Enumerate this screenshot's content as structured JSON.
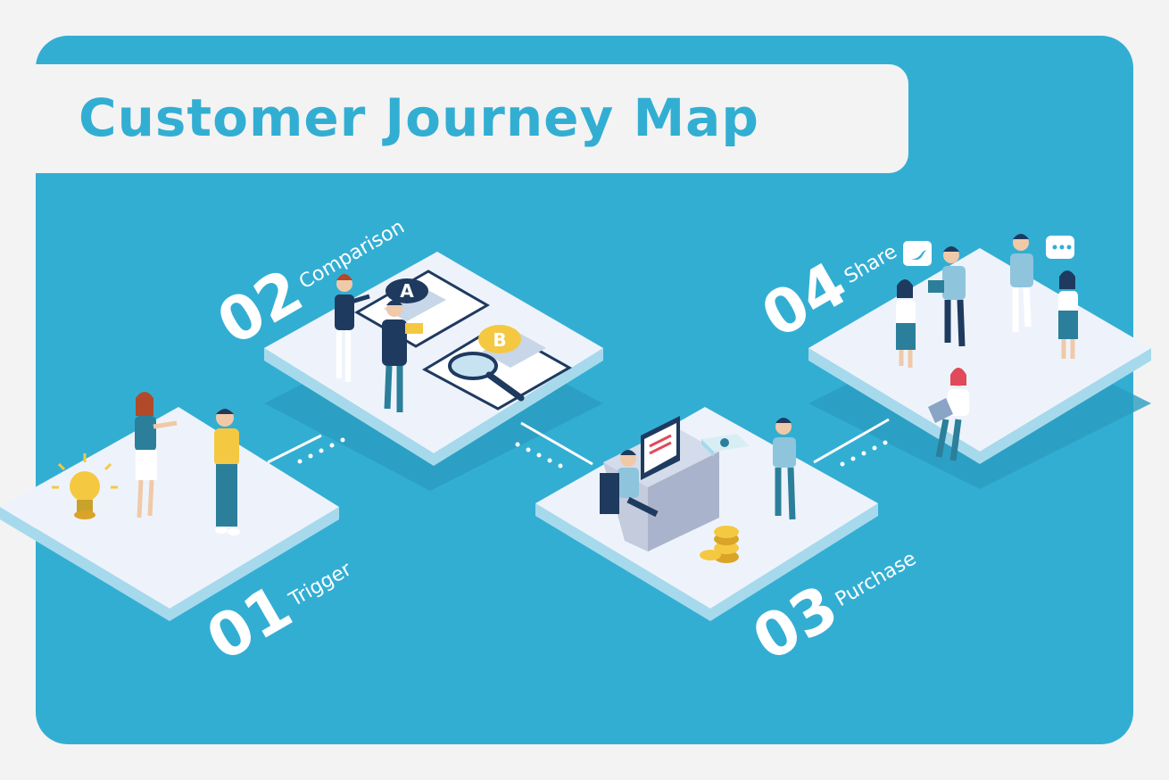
{
  "title": "Customer Journey Map",
  "steps": [
    {
      "number": "01",
      "label": "Trigger"
    },
    {
      "number": "02",
      "label": "Comparison"
    },
    {
      "number": "03",
      "label": "Purchase"
    },
    {
      "number": "04",
      "label": "Share"
    }
  ],
  "badges": {
    "a": "A",
    "b": "B"
  },
  "colors": {
    "background": "#33aed3",
    "page": "#f3f3f3",
    "platform_top": "#eef3fb",
    "platform_side": "#a7d9ec",
    "navy": "#1f3a5f",
    "teal": "#2b7f9a",
    "yellow": "#f5c842"
  },
  "icons": [
    "lightbulb-icon",
    "search-icon",
    "twitter-icon",
    "chat-bubble-icon",
    "coin-stack-icon",
    "money-stack-icon",
    "monitor-icon",
    "laptop-icon"
  ]
}
